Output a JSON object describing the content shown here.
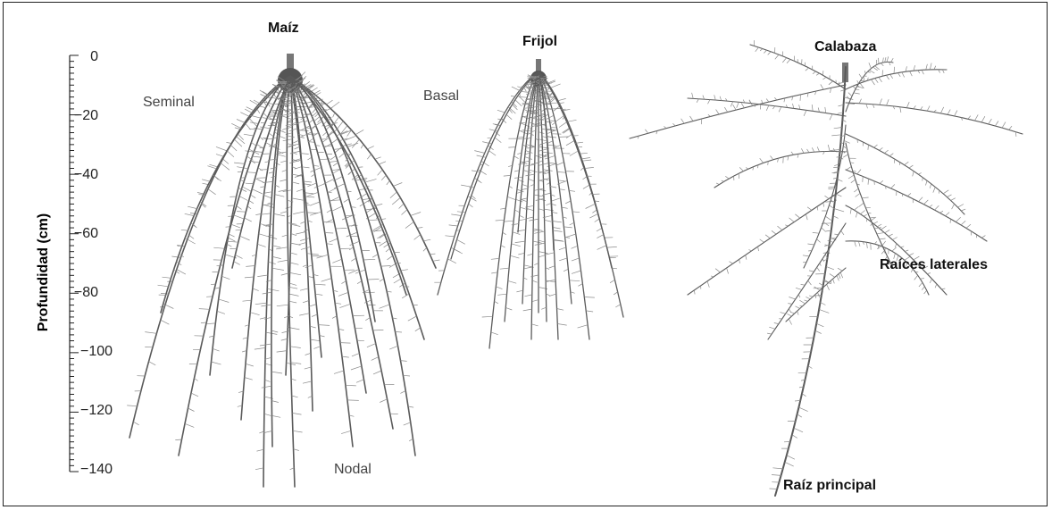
{
  "axis": {
    "label": "Profundidad (cm)",
    "ticks": [
      "0",
      "−20",
      "−40",
      "−60",
      "−80",
      "−100",
      "−120",
      "−140"
    ]
  },
  "plants": {
    "maiz": {
      "title": "Maíz",
      "label_a": "Seminal",
      "label_b": "Nodal"
    },
    "frijol": {
      "title": "Frijol",
      "label_a": "Basal"
    },
    "calabaza": {
      "title": "Calabaza",
      "label_a": "Raíces laterales",
      "label_b": "Raíz principal"
    }
  },
  "colors": {
    "root": "#5a5a5a",
    "root_light": "#8a8a8a",
    "text": "#111111"
  }
}
